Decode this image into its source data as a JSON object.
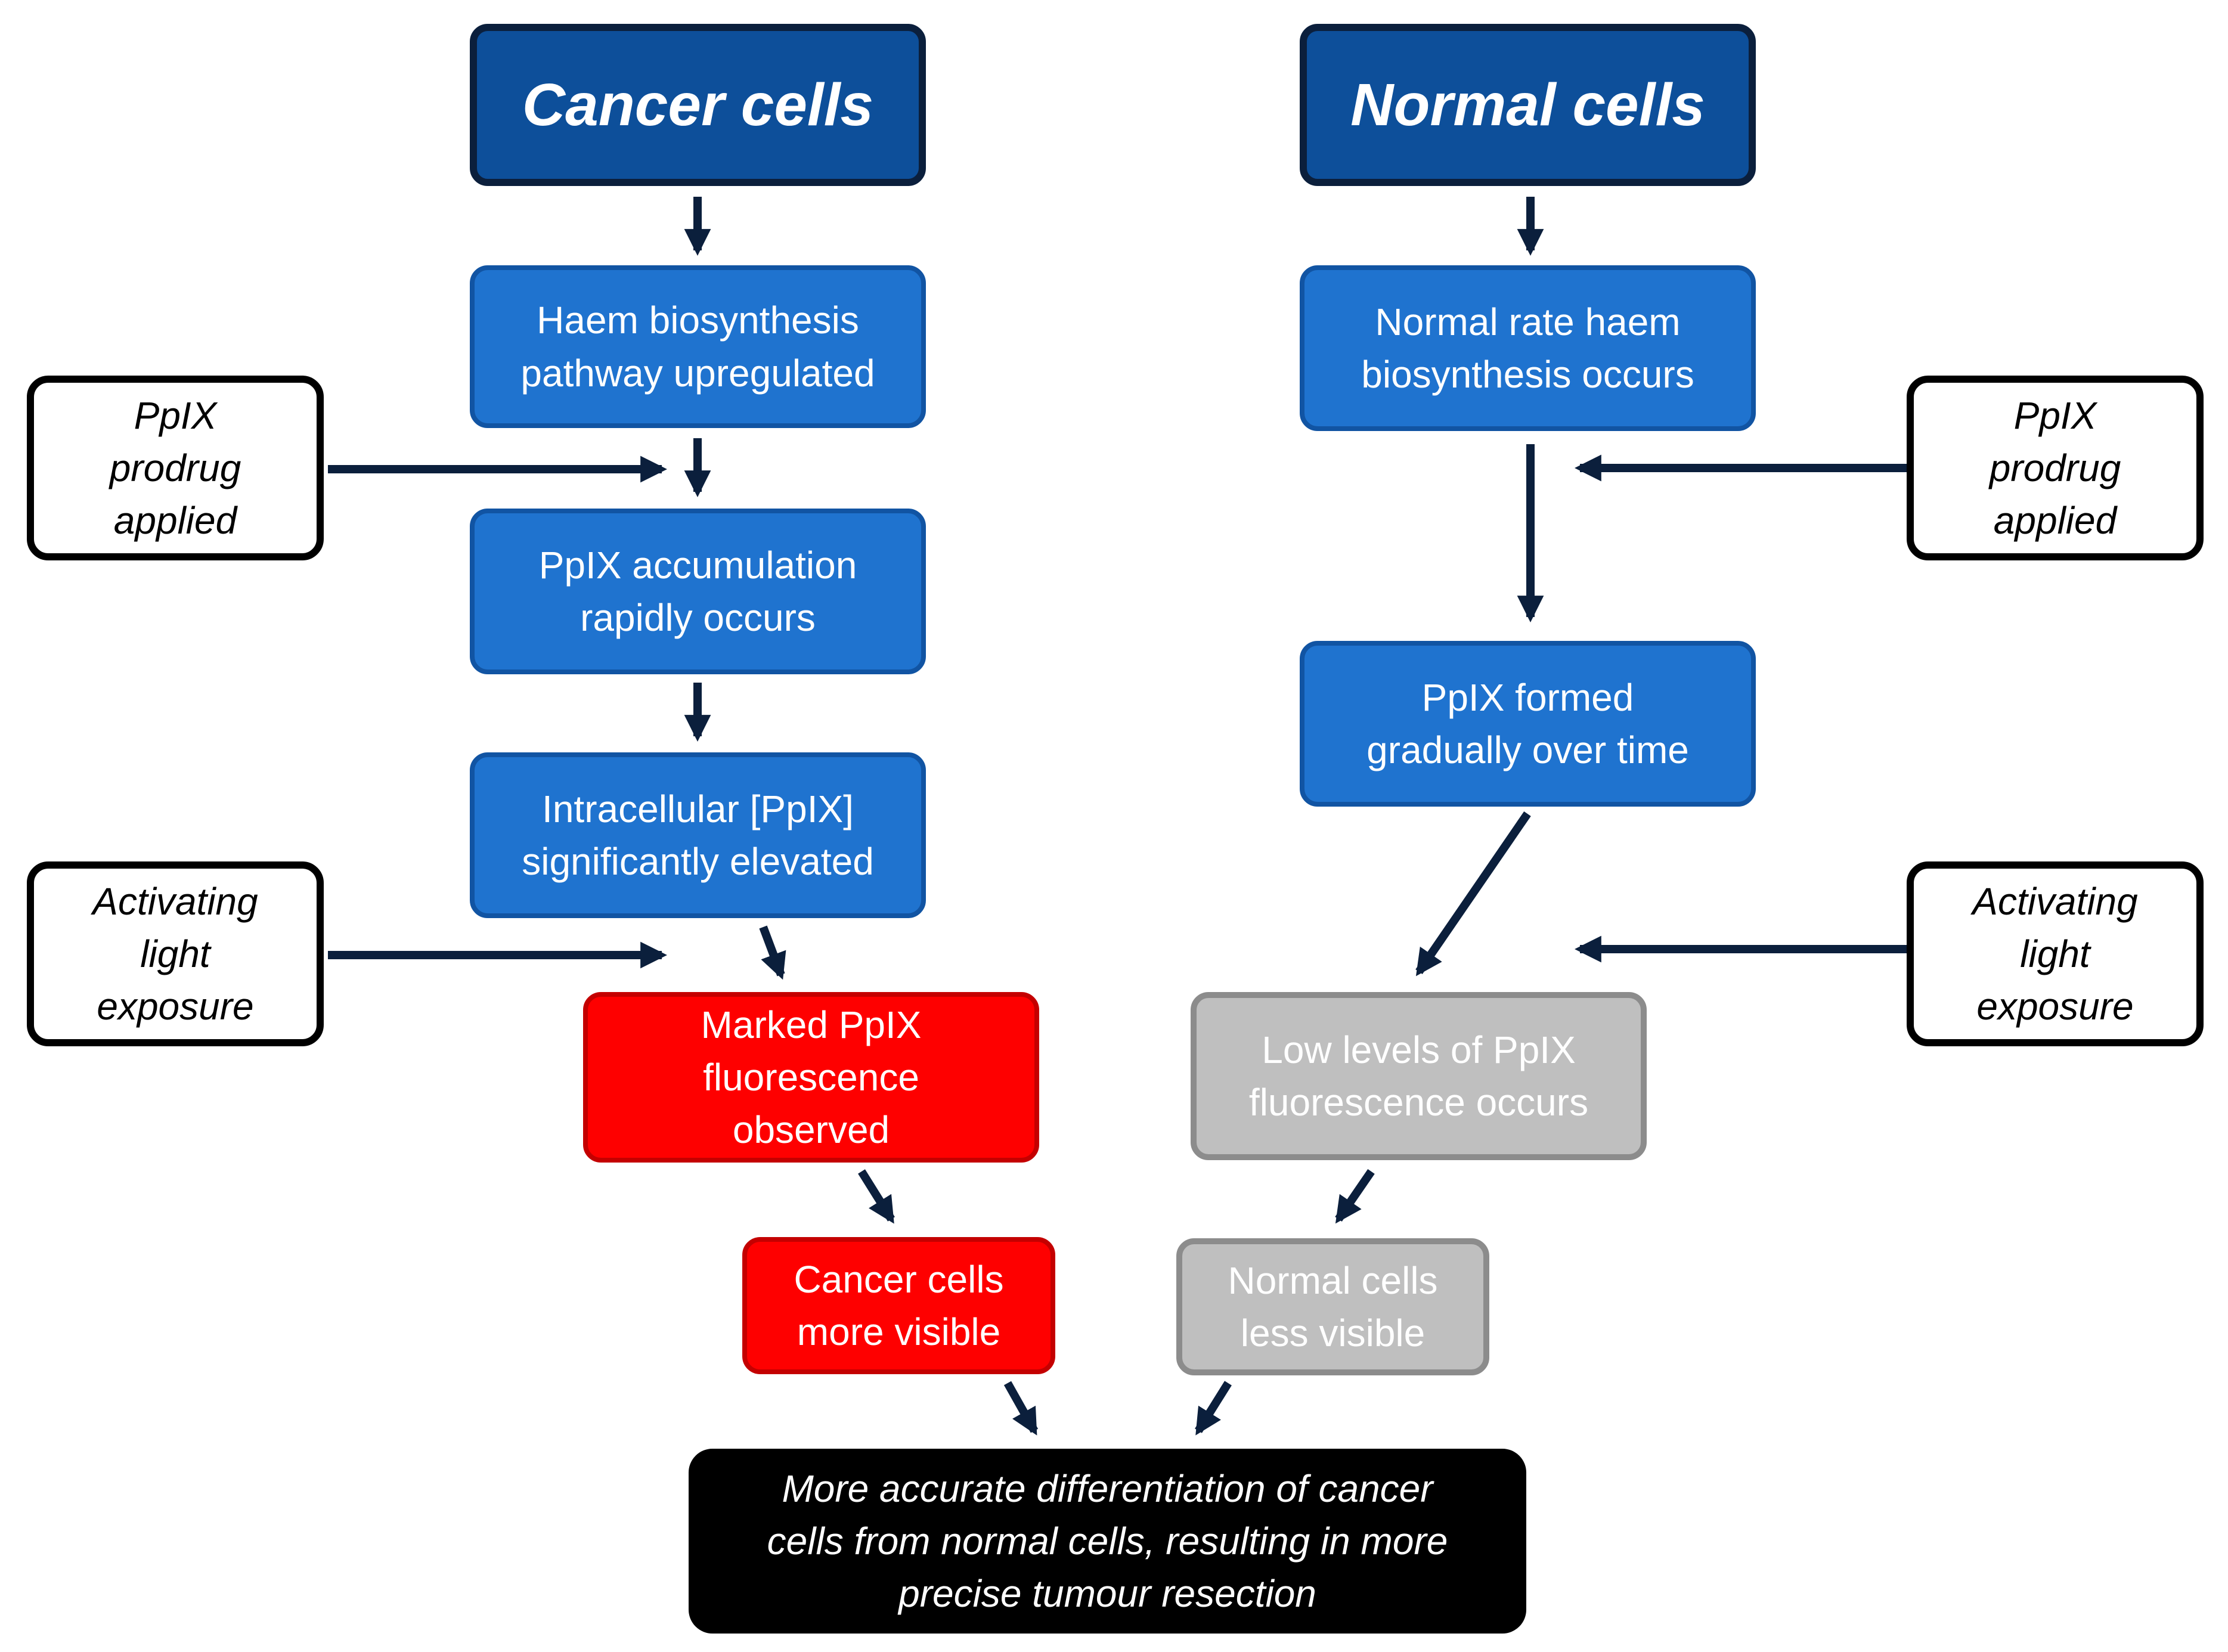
{
  "headers": {
    "cancer": "Cancer cells",
    "normal": "Normal cells"
  },
  "cancer_path": {
    "step1": "Haem biosynthesis\npathway upregulated",
    "step2": "PpIX accumulation\nrapidly occurs",
    "step3": "Intracellular [PpIX]\nsignificantly elevated",
    "step4": "Marked PpIX\nfluorescence\nobserved",
    "step5": "Cancer cells\nmore visible"
  },
  "normal_path": {
    "step1": "Normal rate haem\nbiosynthesis occurs",
    "step2": "PpIX formed\ngradually over time",
    "step3": "Low levels of PpIX\nfluorescence occurs",
    "step4": "Normal cells\nless visible"
  },
  "inputs": {
    "prodrug_left": "PpIX\nprodrug\napplied",
    "light_left": "Activating\nlight\nexposure",
    "prodrug_right": "PpIX\nprodrug\napplied",
    "light_right": "Activating\nlight\nexposure"
  },
  "outcome": "More accurate differentiation of cancer\ncells from normal cells, resulting in more\nprecise tumour resection",
  "colors": {
    "header_fill": "#0d4f9a",
    "step_fill": "#1f73cf",
    "cancer_highlight": "#fe0000",
    "normal_muted": "#bfbfbf",
    "outcome_fill": "#000000",
    "arrow": "#0b1f3c"
  }
}
